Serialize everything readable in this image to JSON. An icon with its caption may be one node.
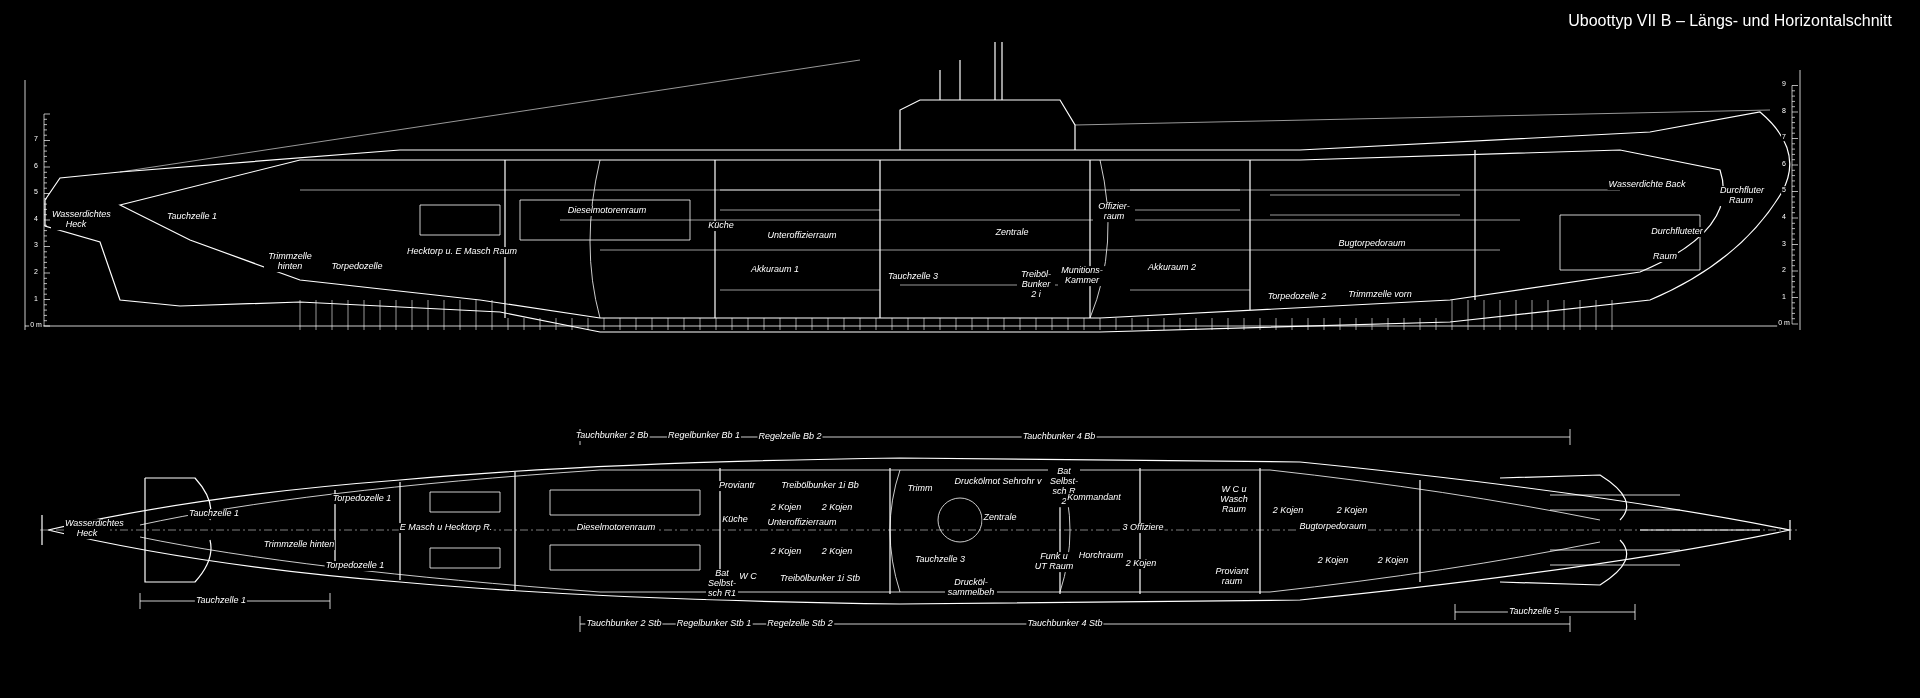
{
  "diagram": {
    "title": "Uboottyp VII B – Längs- und Horizontalschnitt",
    "labels": [
      "Wasserdichtes Heck",
      "Tauchzelle 1",
      "Trimmzelle hinten",
      "Torpedozelle",
      "Hecktorp u. E Masch Raum",
      "Dieselmotorenraum",
      "Küche",
      "Unteroffizierraum",
      "Akkuraum 1",
      "Tauchzelle 3",
      "Zentrale",
      "Treiböl-Bunker 2 i",
      "Munitions-Kammer",
      "Offizier- raum",
      "Akkuraum 2",
      "Torpedozelle 2",
      "Bugtorpedoraum",
      "Trimmzelle vorn",
      "Wasserdichte Back",
      "Durchfluter Raum",
      "Durchfluteter",
      "Raum",
      "0 m",
      "1",
      "2",
      "3",
      "4",
      "5",
      "6",
      "7",
      "0 m",
      "1",
      "2",
      "3",
      "4",
      "5",
      "6",
      "7",
      "8",
      "9",
      "Tauchbunker 2 Bb",
      "Regelbunker Bb 1",
      "Regelzelle Bb 2",
      "Tauchbunker 4 Bb",
      "Wasserdichtes Heck",
      "Tauchzelle 1",
      "Torpedozelle 1",
      "Trimmzelle hinten",
      "Torpedozelle 1",
      "E Masch u Hecktorp R.",
      "Dieselmotorenraum",
      "Proviantr",
      "Treibölbunker 1i Bb",
      "2 Kojen",
      "2 Kojen",
      "Küche",
      "Unteroffizierraum",
      "2 Kojen",
      "2 Kojen",
      "Treibölbunker 1i Stb",
      "Bat Selbst-sch R1",
      "W C",
      "Trimm",
      "Druckölmot Sehrohr v",
      "Bat Selbst-sch R 2",
      "Zentrale",
      "Kommandant",
      "3 Offiziere",
      "W C u Wasch Raum",
      "Tauchzelle 3",
      "Funk u UT Raum",
      "Horchraum",
      "2 Kojen",
      "Drucköl-sammelbeh",
      "Proviant raum",
      "Bugtorpedoraum",
      "2 Kojen",
      "2 Kojen",
      "2 Kojen",
      "2 Kojen",
      "Tauchzelle 1",
      "Tauchbunker 2 Stb",
      "Regelbunker Stb 1",
      "Regelzelle Stb 2",
      "Tauchbunker 4 Stb",
      "Tauchzelle 5"
    ]
  }
}
